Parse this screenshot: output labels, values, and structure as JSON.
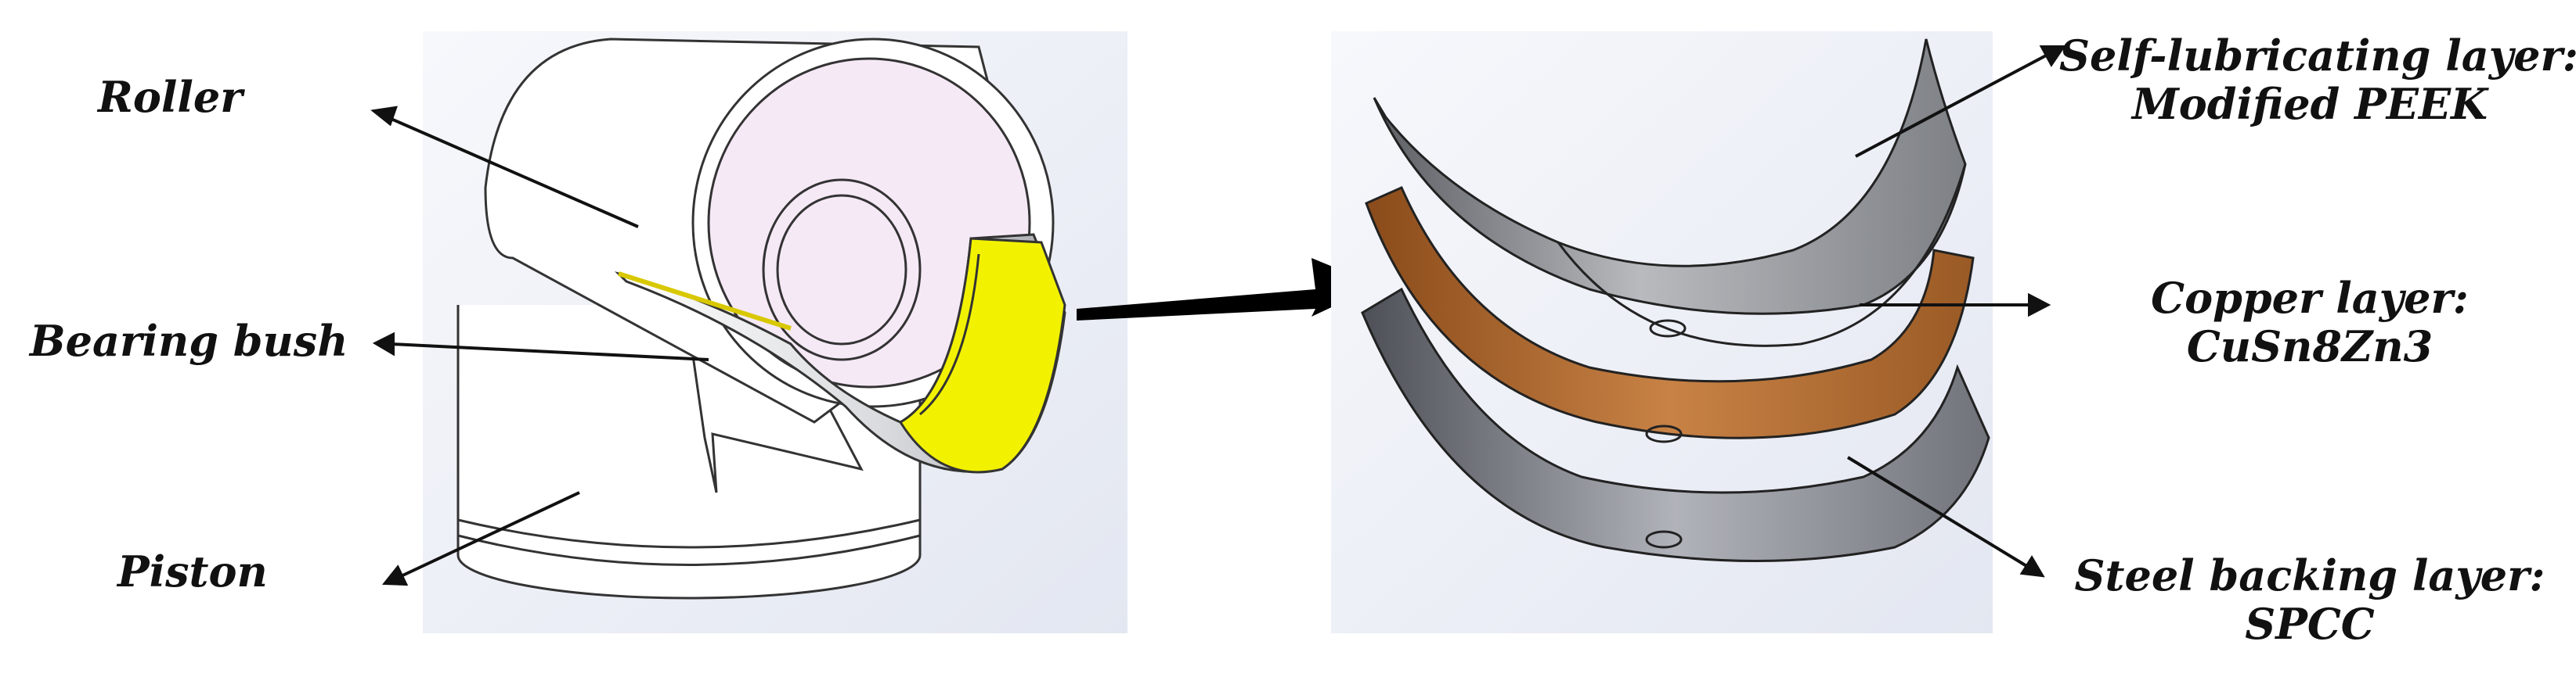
{
  "labels": {
    "roller": "Roller",
    "bearing_bush": "Bearing bush",
    "piston": "Piston",
    "self_lub_line1": "Self-lubricating layer:",
    "self_lub_line2": "Modified PEEK",
    "copper_line1": "Copper layer:",
    "copper_line2": "CuSn8Zn3",
    "steel_line1": "Steel backing layer:",
    "steel_line2": "SPCC"
  },
  "colors": {
    "panel_bg": "#eceff6",
    "roller_face": "#f6e9f6",
    "bush_lining": "#f2f200",
    "peek_layer": "#a7a9ad",
    "copper_layer": "#b46a2c",
    "steel_layer": "#8a8d94"
  }
}
